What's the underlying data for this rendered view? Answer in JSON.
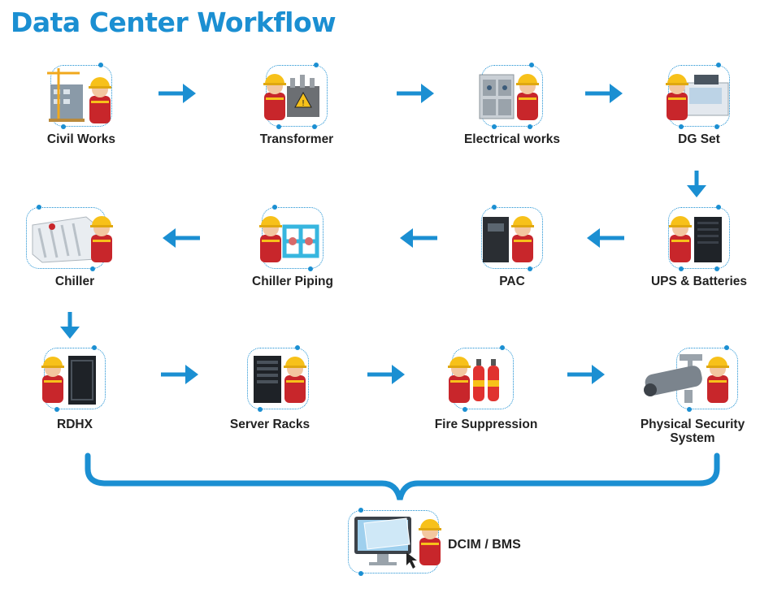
{
  "title": "Data Center Workflow",
  "steps": [
    {
      "label": "Civil Works",
      "icon": "construction-worker-icon"
    },
    {
      "label": "Transformer",
      "icon": "transformer-icon"
    },
    {
      "label": "Electrical works",
      "icon": "electrical-panel-icon"
    },
    {
      "label": "DG Set",
      "icon": "generator-icon"
    },
    {
      "label": "UPS & Batteries",
      "icon": "ups-battery-icon"
    },
    {
      "label": "PAC",
      "icon": "precision-ac-icon"
    },
    {
      "label": "Chiller Piping",
      "icon": "piping-icon"
    },
    {
      "label": "Chiller",
      "icon": "chiller-icon"
    },
    {
      "label": "RDHX",
      "icon": "rear-door-heat-exchanger-icon"
    },
    {
      "label": "Server Racks",
      "icon": "server-rack-icon"
    },
    {
      "label": "Fire Suppression",
      "icon": "fire-extinguisher-icon"
    },
    {
      "label": "Physical Security System",
      "icon": "cctv-camera-icon"
    }
  ],
  "final_step": {
    "label": "DCIM / BMS",
    "icon": "monitor-dashboard-icon"
  },
  "colors": {
    "accent": "#1b8fd2",
    "helmet": "#f7c11a",
    "shirt": "#c8262b",
    "text": "#222222"
  }
}
